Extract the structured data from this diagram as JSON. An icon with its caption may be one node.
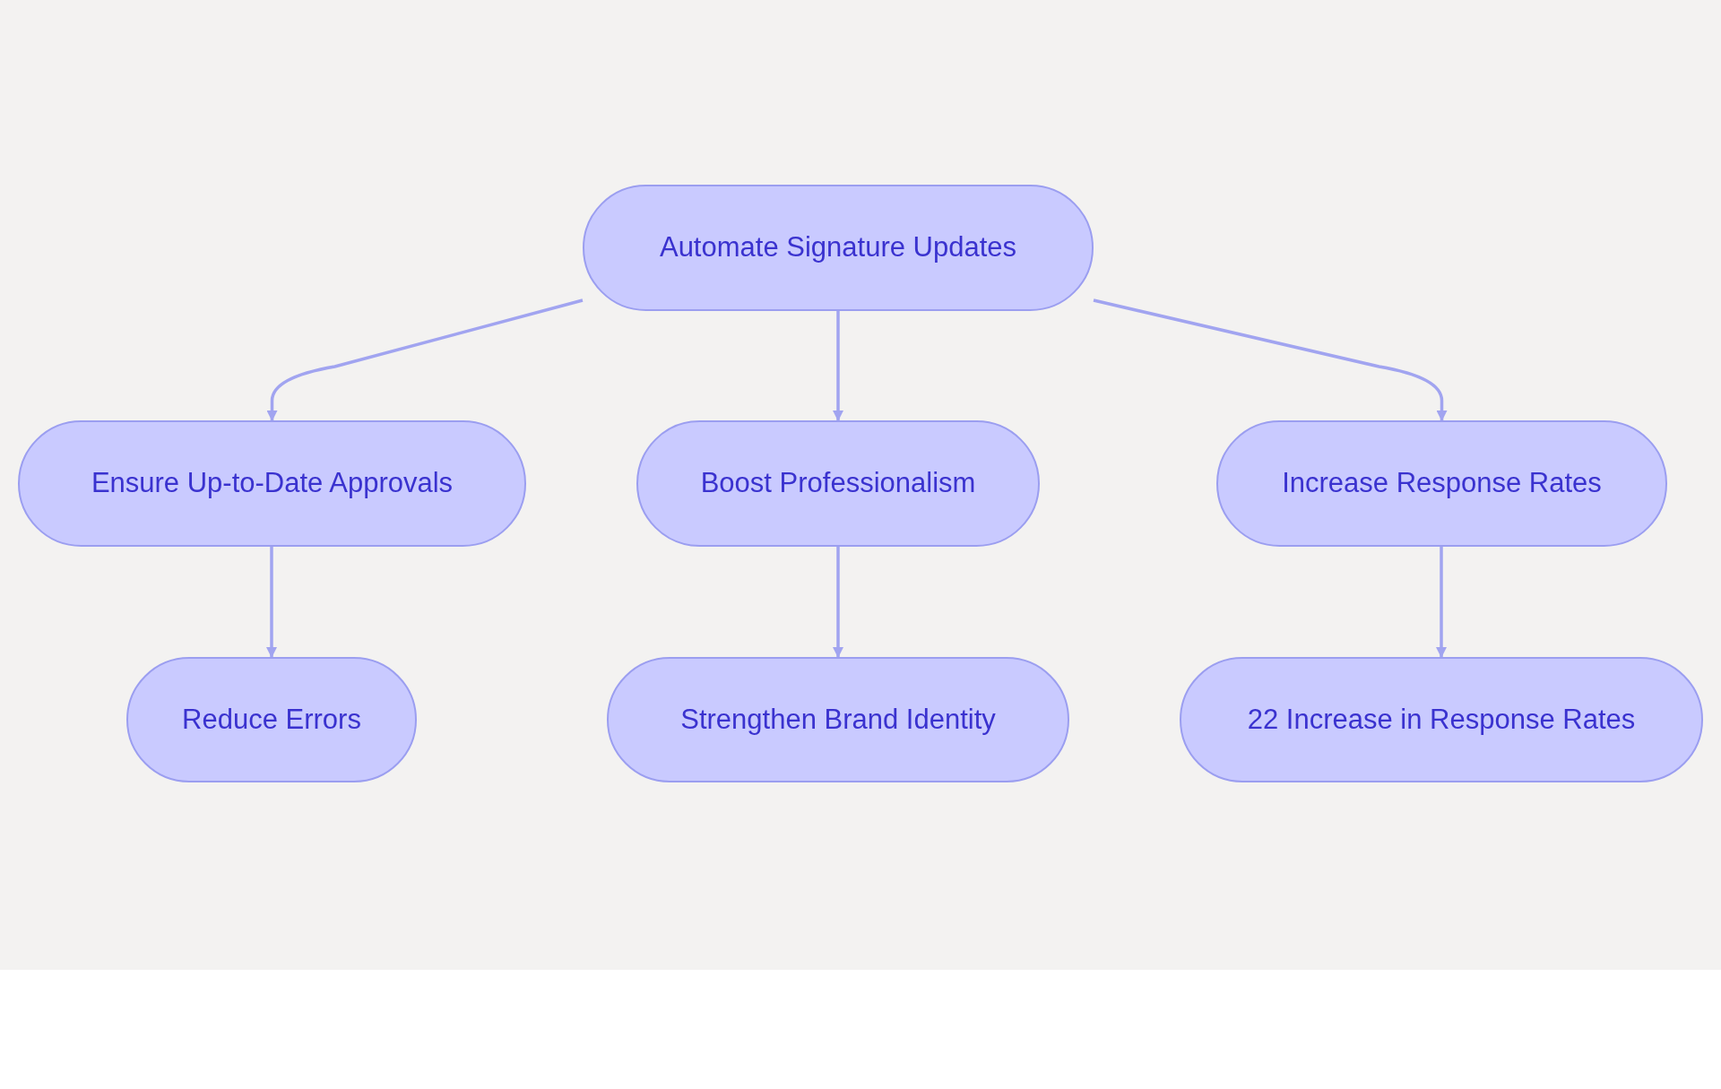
{
  "diagram": {
    "nodes": [
      {
        "text": [
          "Automate Signature Updates"
        ]
      },
      {
        "text": [
          "Ensure Up-to-Date Approvals"
        ]
      },
      {
        "text": [
          "Boost Professionalism"
        ]
      },
      {
        "text": [
          "Increase Response Rates"
        ]
      },
      {
        "text": [
          "Reduce Errors"
        ]
      },
      {
        "text": [
          "Strengthen Brand Identity"
        ]
      },
      {
        "text": [
          "22 Increase in Response Rates"
        ]
      }
    ],
    "edges": [
      {
        "from": 0,
        "to": 1,
        "arrow": "to"
      },
      {
        "from": 0,
        "to": 2,
        "arrow": "to"
      },
      {
        "from": 0,
        "to": 3,
        "arrow": "to"
      },
      {
        "from": 1,
        "to": 4,
        "arrow": "to"
      },
      {
        "from": 2,
        "to": 5,
        "arrow": "to"
      },
      {
        "from": 3,
        "to": 6,
        "arrow": "to"
      }
    ]
  }
}
